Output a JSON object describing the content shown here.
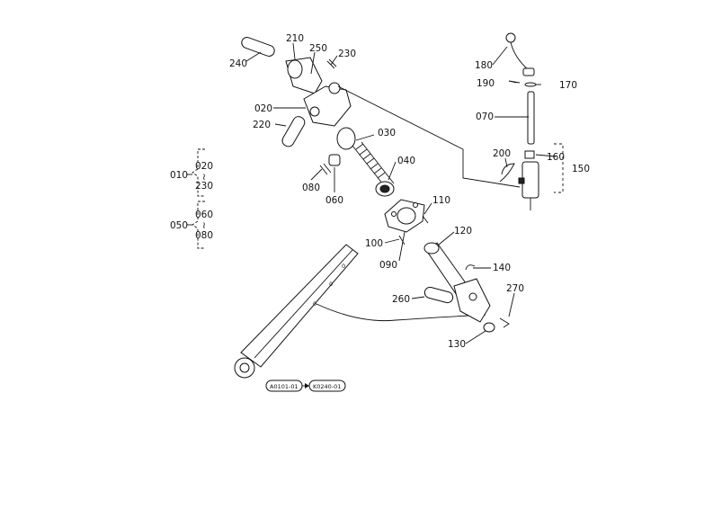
{
  "diagram": {
    "callouts": {
      "p010": "010",
      "p020": "020",
      "p030": "030",
      "p040": "040",
      "p050": "050",
      "p060": "060",
      "p070": "070",
      "p080": "080",
      "p090": "090",
      "p100": "100",
      "p110": "110",
      "p120": "120",
      "p130": "130",
      "p140": "140",
      "p150": "150",
      "p160": "160",
      "p170": "170",
      "p180": "180",
      "p190": "190",
      "p200": "200",
      "p210": "210",
      "p220": "220",
      "p230": "230",
      "p240": "240",
      "p250": "250",
      "p260": "260",
      "p270": "270"
    },
    "groups": {
      "g010": {
        "label": "010",
        "first": "020",
        "last": "230"
      },
      "g050": {
        "label": "050",
        "first": "060",
        "last": "080"
      }
    },
    "serial_range": {
      "from": "A0101-01",
      "to": "K0240-01"
    }
  }
}
